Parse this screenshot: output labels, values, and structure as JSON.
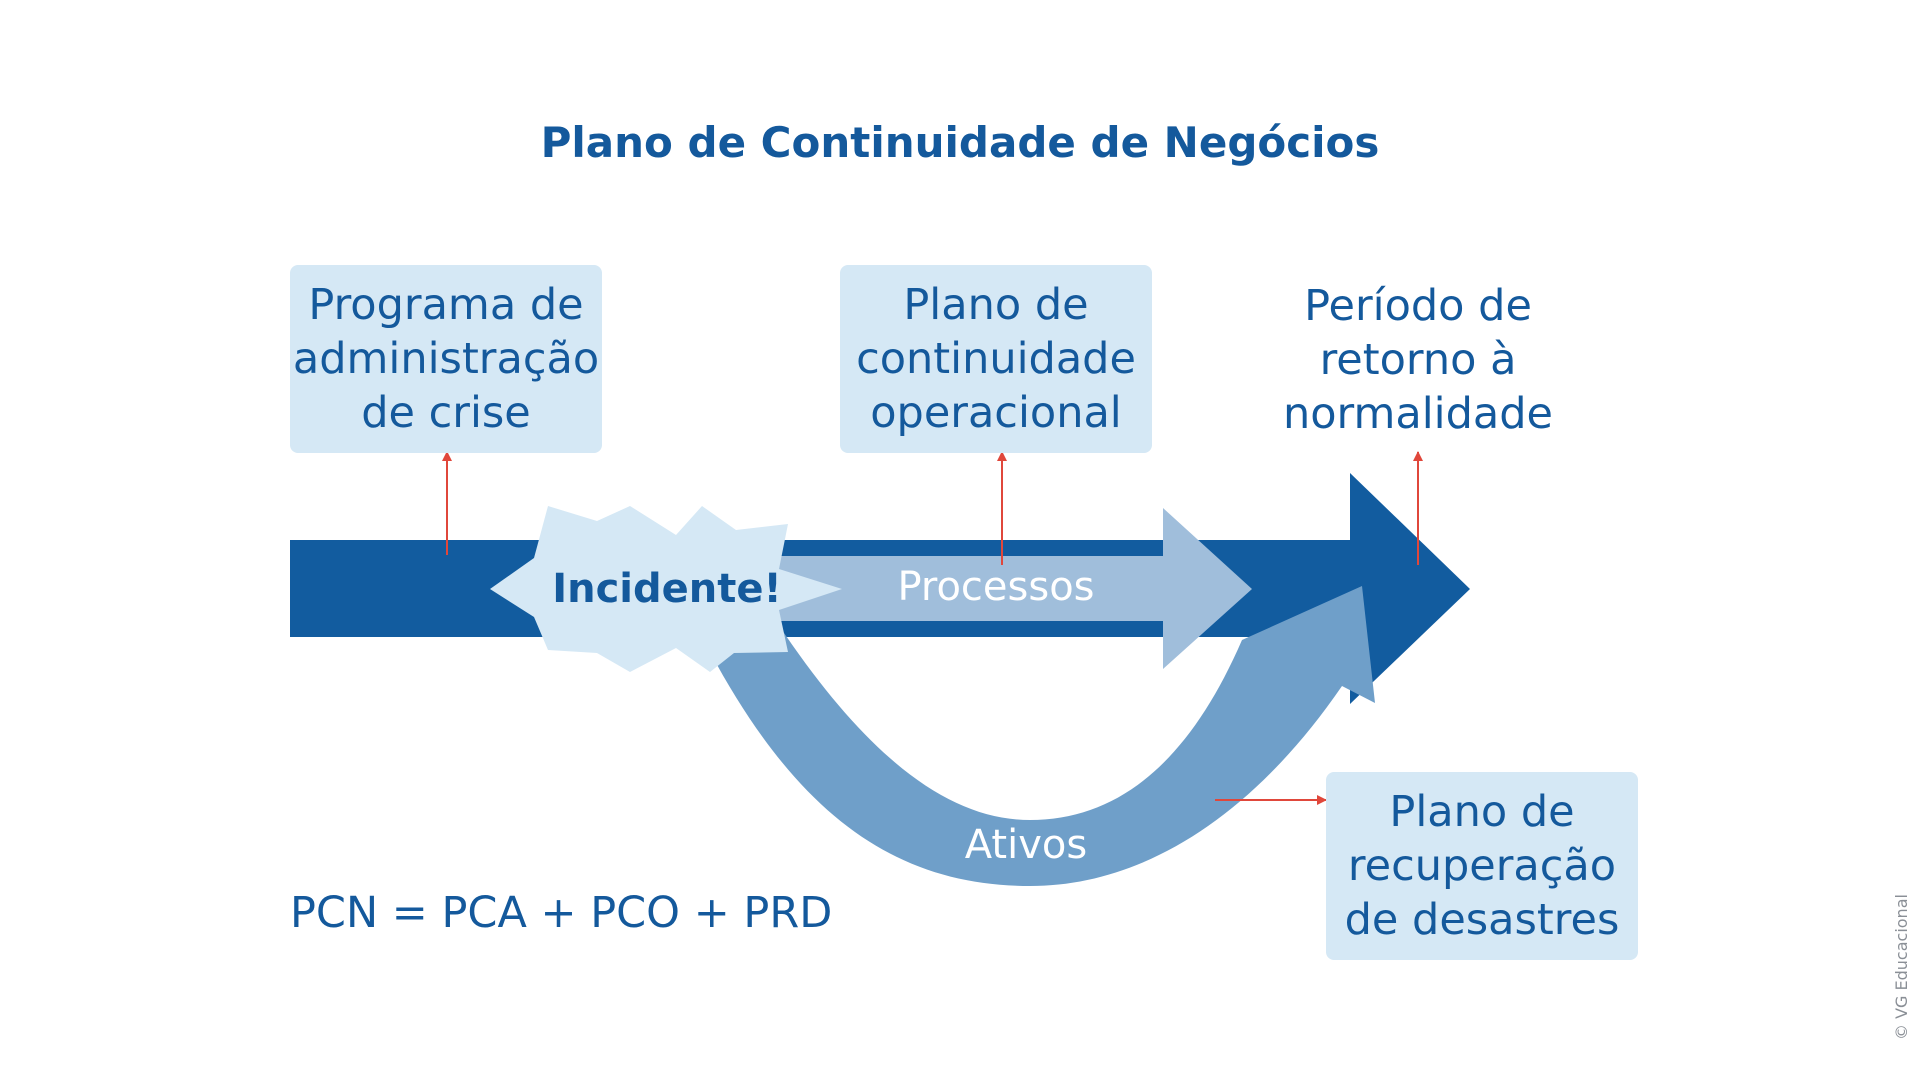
{
  "title": "Plano de Continuidade de Negócios",
  "boxes": {
    "crisis_management": "Programa de\nadministração\nde crise",
    "operational_continuity": "Plano de\ncontinuidade\noperacional",
    "return_to_normal": "Período de\nretorno à\nnormalidade",
    "disaster_recovery": "Plano de\nrecuperação\nde desastres"
  },
  "flow": {
    "incident": "Incidente!",
    "processes": "Processos",
    "assets": "Ativos"
  },
  "formula": "PCN = PCA + PCO + PRD",
  "copyright": "© VG Educacional",
  "colors": {
    "dark_blue": "#125c9f",
    "mid_blue": "#6f9fc9",
    "light_blue": "#a0bedb",
    "pale_blue": "#d5e8f5",
    "text_blue": "#14599c",
    "pointer_red": "#e0473b"
  }
}
